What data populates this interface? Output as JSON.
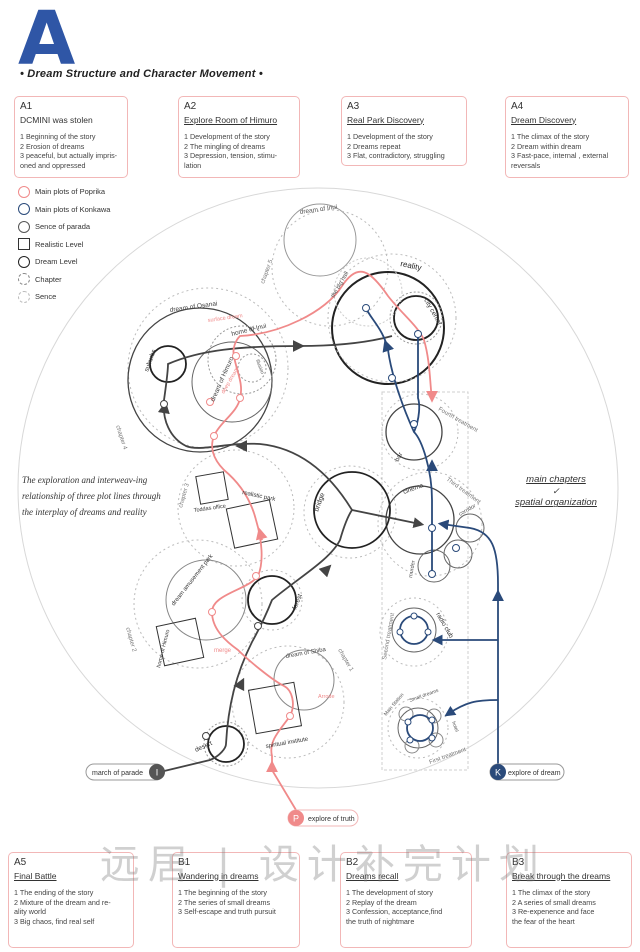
{
  "header": {
    "letter": "A",
    "title": "• Dream Structure and Character Movement •"
  },
  "top_cards": [
    {
      "code": "A1",
      "title": "DCMINI was stolen",
      "lines": [
        "1 Beginning of the story",
        "2 Erosion of dreams",
        "3 peaceful, but actually impris-",
        "oned and oppressed"
      ]
    },
    {
      "code": "A2",
      "title": "Explore Room of Himuro",
      "lines": [
        "1 Development of the story",
        "2 The mingling of dreams",
        "3 Depression, tension, stimu-",
        "lation"
      ]
    },
    {
      "code": "A3",
      "title": "Real Park Discovery",
      "lines": [
        "1 Development of the story",
        "2 Dreams repeat",
        "3 Flat, contradictory, struggling"
      ]
    },
    {
      "code": "A4",
      "title": "Dream Discovery",
      "lines": [
        "1 The climax of the story",
        "2 Dream within dream",
        "3 Fast-pace, internal , external",
        "reversals"
      ]
    }
  ],
  "bottom_cards": [
    {
      "code": "A5",
      "title": "Final Battle",
      "lines": [
        "1 The ending of the story",
        "2 Mixture of the dream and re-",
        "ality world",
        "3 Big chaos, find real self"
      ]
    },
    {
      "code": "B1",
      "title": "Wandering in dreams",
      "lines": [
        "1  The beginning of the story",
        "2 The series of small dreams",
        "3 Self-escape and truth pursuit"
      ]
    },
    {
      "code": "B2",
      "title": "Dreams recall",
      "lines": [
        "1 The development of story",
        "2 Replay of the dream",
        "3 Confession, acceptance,find",
        "the truth of nightmare"
      ]
    },
    {
      "code": "B3",
      "title": "Break through the dreams",
      "lines": [
        "1 The climax of the story",
        "2 A series of small dreams",
        "3 Re-expenence and face",
        "the fear of the heart"
      ]
    }
  ],
  "legend": [
    {
      "label": "Main plots of Poprika",
      "symbol": "pink-circle"
    },
    {
      "label": "Main plots of Konkawa",
      "symbol": "blue-circle"
    },
    {
      "label": "Sence of parada",
      "symbol": "gray-circle"
    },
    {
      "label": "Realistic Level",
      "symbol": "square"
    },
    {
      "label": "Dream Level",
      "symbol": "black-circle"
    },
    {
      "label": "Chapter",
      "symbol": "dashed-circle"
    },
    {
      "label": "Sence",
      "symbol": "light-dashed-circle"
    }
  ],
  "side_text": "The exploration and interweav-ing relationship of three plot lines through the interplay of dreams and reality",
  "right_text": {
    "line1": "main chapters",
    "line2": "spatial organization"
  },
  "diagram_labels": {
    "dream_of_inui": "dream of Inui",
    "reality": "reality",
    "the_big_hall": "the big hall",
    "city_center": "city center",
    "chapter5": "chapter 5",
    "dream_of_osanai": "dream of Osanai",
    "surface_dream": "surface dream",
    "home_of_inui": "home of Inui",
    "suburbs": "suburbs",
    "dream_of_himuro": "dream of Himuro",
    "deep_dream": "deep dream",
    "illusion": "illusion",
    "chapter4": "chapter 4",
    "fourth_treatment": "Fourth treatment",
    "bar": "bar",
    "third_treatment": "Third treatment",
    "cinema": "cinema",
    "corridor": "corridor",
    "murder": "murder",
    "bridge": "bridge",
    "chapter3": "chapter 3",
    "realistic_park": "realistic park",
    "toddas_office": "Toddas office",
    "dream_amusement_park": "dream amusement park",
    "chapter2": "chapter 2",
    "home_of_himuro": "home of Himuro",
    "merge": "merge",
    "forest": "forest",
    "dream_of_shiba": "dream of Shiba",
    "chapter1": "chapter 1",
    "arrow": "Arrode",
    "spiritual_institute": "spiritual institute",
    "desert": "desert",
    "second_treatment": "Second treatment",
    "radio_club": "radio club",
    "first_treatment": "First treatment",
    "mall": "Main Station",
    "small_dreams": "Small dreams",
    "hotel": "hotel",
    "march_of_parade": "march of parade",
    "explore_of_dream": "explore of dream",
    "explore_of_truth": "explore of truth",
    "badge_i": "I",
    "badge_k": "K",
    "badge_p": "P"
  },
  "watermark": "远居 | 设计补完计划",
  "colors": {
    "accent_blue": "#2f56a6",
    "pink": "#f08a8a",
    "navy": "#2a4a7a",
    "gray": "#555555"
  }
}
